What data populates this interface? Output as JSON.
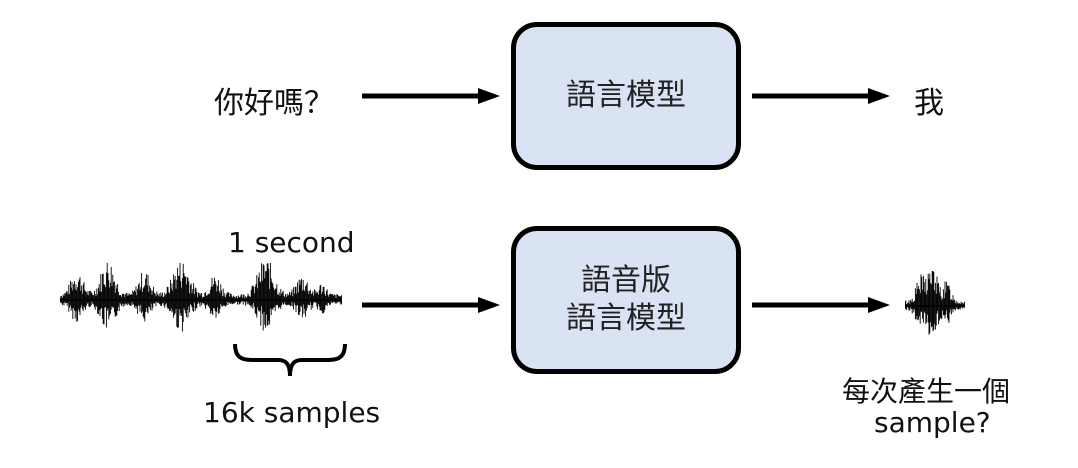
{
  "top_row": {
    "input_text": "你好嗎？",
    "model_label": "語言模型",
    "output_text": "我"
  },
  "bottom_row": {
    "duration_label": "1 second",
    "samples_label": "16k samples",
    "model_label_line1": "語音版",
    "model_label_line2": "語言模型",
    "output_caption_line1": "每次產生一個",
    "output_caption_line2": "sample?"
  },
  "colors": {
    "box_fill": "#dae3f3",
    "stroke": "#000000"
  }
}
